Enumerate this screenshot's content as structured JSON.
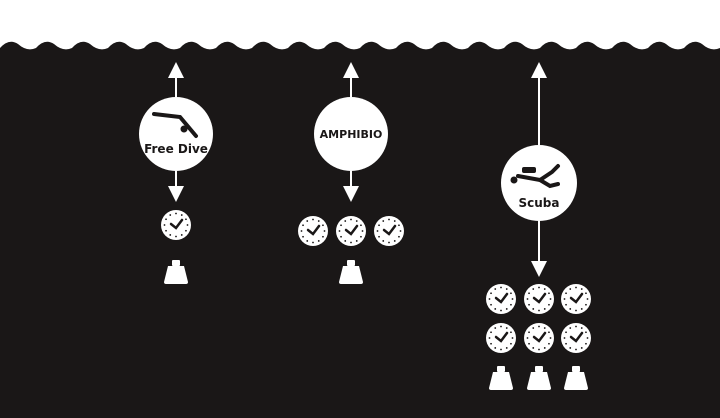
{
  "colors": {
    "water": "#1a1717",
    "sky": "#ffffff",
    "icon": "#ffffff"
  },
  "columns": [
    {
      "label": "Free Dive",
      "icon": "diver-jump-icon",
      "clocks": 1,
      "weights": 1
    },
    {
      "label": "AMPHIBIO",
      "icon": "",
      "clocks": 3,
      "weights": 1
    },
    {
      "label": "Scuba",
      "icon": "scuba-diver-icon",
      "clocks": 6,
      "weights": 3
    }
  ]
}
